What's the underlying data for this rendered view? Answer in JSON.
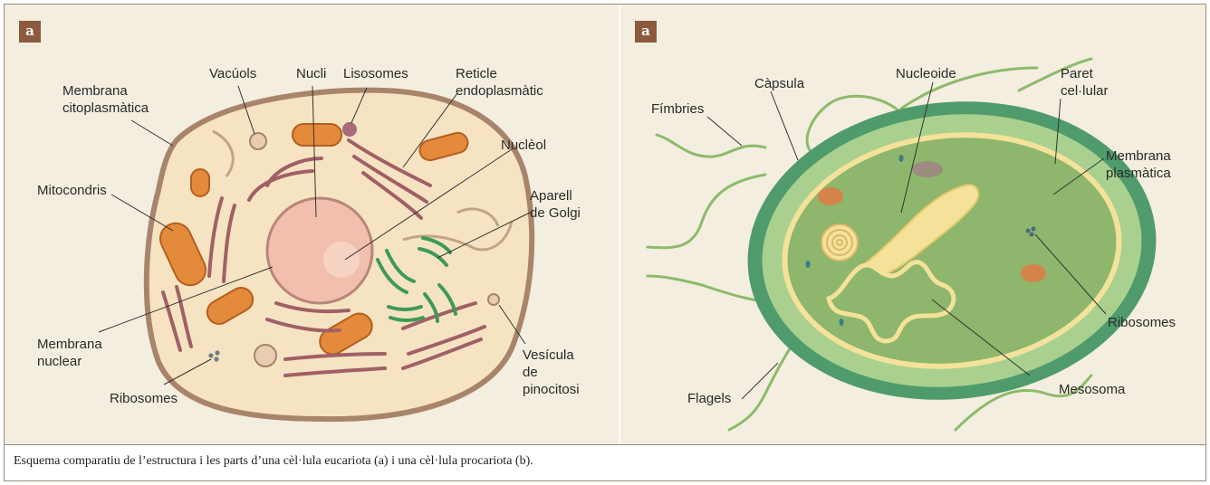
{
  "caption": "Esquema comparatiu de l’estructura i les parts d’una cèl·lula eucariota (a) i una cèl·lula procariota (b).",
  "colors": {
    "panel_bg": "#f3eedf",
    "badge": "#8c5a3e",
    "eukaryote_wall": "#a8846a",
    "eukaryote_cytoplasm": "#f6e3c2",
    "nucleus": "#f2bfae",
    "mitochondria": "#e48a3b",
    "er": "#a15f66",
    "golgi": "#3e9a5a",
    "capsule": "#4f9b6c",
    "cell_wall": "#a9d08e",
    "cytoplasm_pro": "#8eb66c",
    "flagella": "#8cbb6a",
    "nucleoid": "#f4e29a"
  },
  "eukaryote": {
    "badge": "a",
    "labels": {
      "membrana_citoplasmatica_1": "Membrana",
      "membrana_citoplasmatica_2": "citoplasmàtica",
      "vacuols": "Vacúols",
      "nucli": "Nucli",
      "lisosomes": "Lisosomes",
      "reticle_1": "Reticle",
      "reticle_2": "endoplasmàtic",
      "nucleol": "Nuclèol",
      "mitocondris": "Mitocondris",
      "aparell_1": "Aparell",
      "aparell_2": "de Golgi",
      "membrana_nuclear_1": "Membrana",
      "membrana_nuclear_2": "nuclear",
      "ribosomes": "Ribosomes",
      "vesicula_1": "Vesícula",
      "vesicula_2": "de",
      "vesicula_3": "pinocitosi"
    }
  },
  "prokaryote": {
    "badge": "a",
    "labels": {
      "fimbries": "Fímbries",
      "capsula": "Càpsula",
      "nucleoide": "Nucleoide",
      "paret_1": "Paret",
      "paret_2": "cel·lular",
      "membrana_plasmatica_1": "Membrana",
      "membrana_plasmatica_2": "plasmàtica",
      "ribosomes": "Ribosomes",
      "mesosoma": "Mesosoma",
      "flagels": "Flagels"
    }
  }
}
